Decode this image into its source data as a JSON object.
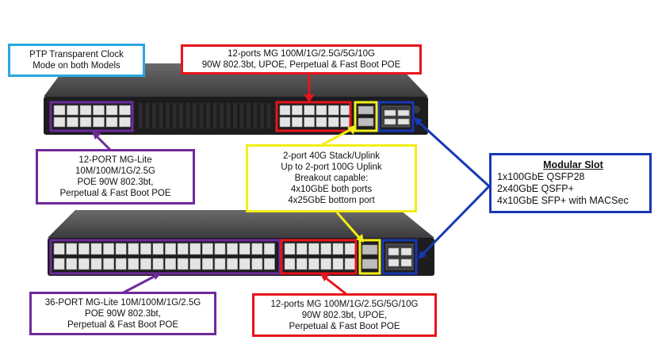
{
  "colors": {
    "red": "#e8141b",
    "purple": "#6e2a9c",
    "yellow": "#f2ee16",
    "blue": "#1838b4",
    "cyan": "#29a8e0"
  },
  "callouts": {
    "ptp": {
      "lines": [
        "PTP Transparent Clock",
        "Mode on both Models"
      ]
    },
    "top_mg": {
      "lines": [
        "12-ports MG 100M/1G/2.5G/5G/10G",
        "90W 802.3bt, UPOE, Perpetual & Fast Boot POE"
      ]
    },
    "top_lite": {
      "lines": [
        "12-PORT MG-Lite",
        "10M/100M/1G/2.5G",
        "POE 90W 802.3bt,",
        "Perpetual & Fast Boot POE"
      ]
    },
    "stack": {
      "lines": [
        "2-port 40G Stack/Uplink",
        "Up to 2-port 100G Uplink",
        "Breakout capable:",
        "4x10GbE both ports",
        "4x25GbE bottom port"
      ]
    },
    "modular": {
      "title": "Modular Slot",
      "lines": [
        "1x100GbE QSFP28",
        "2x40GbE QSFP+",
        "4x10GbE SFP+  with MACSec"
      ]
    },
    "bottom_lite": {
      "lines": [
        "36-PORT MG-Lite 10M/100M/1G/2.5G",
        "POE 90W 802.3bt,",
        "Perpetual & Fast Boot POE"
      ]
    },
    "bottom_mg": {
      "lines": [
        "12-ports MG 100M/1G/2.5G/5G/10G",
        "90W 802.3bt, UPOE,",
        "Perpetual & Fast Boot POE"
      ]
    }
  }
}
